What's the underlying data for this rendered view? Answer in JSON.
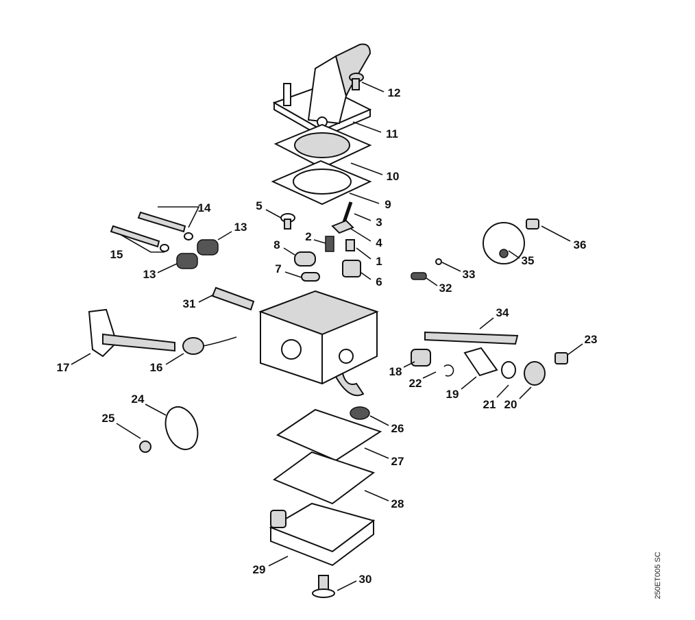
{
  "diagram": {
    "drawing_code": "250ET005 SC",
    "part_labels": [
      {
        "id": "12",
        "text": "12"
      },
      {
        "id": "11",
        "text": "11"
      },
      {
        "id": "10",
        "text": "10"
      },
      {
        "id": "9",
        "text": "9"
      },
      {
        "id": "3",
        "text": "3"
      },
      {
        "id": "4",
        "text": "4"
      },
      {
        "id": "1",
        "text": "1"
      },
      {
        "id": "6",
        "text": "6"
      },
      {
        "id": "2",
        "text": "2"
      },
      {
        "id": "5",
        "text": "5"
      },
      {
        "id": "8",
        "text": "8"
      },
      {
        "id": "7",
        "text": "7"
      },
      {
        "id": "14",
        "text": "14"
      },
      {
        "id": "15",
        "text": "15"
      },
      {
        "id": "13a",
        "text": "13"
      },
      {
        "id": "13b",
        "text": "13"
      },
      {
        "id": "31",
        "text": "31"
      },
      {
        "id": "17",
        "text": "17"
      },
      {
        "id": "16",
        "text": "16"
      },
      {
        "id": "24",
        "text": "24"
      },
      {
        "id": "25",
        "text": "25"
      },
      {
        "id": "26",
        "text": "26"
      },
      {
        "id": "27",
        "text": "27"
      },
      {
        "id": "28",
        "text": "28"
      },
      {
        "id": "29",
        "text": "29"
      },
      {
        "id": "30",
        "text": "30"
      },
      {
        "id": "18",
        "text": "18"
      },
      {
        "id": "22",
        "text": "22"
      },
      {
        "id": "19",
        "text": "19"
      },
      {
        "id": "21",
        "text": "21"
      },
      {
        "id": "20",
        "text": "20"
      },
      {
        "id": "34",
        "text": "34"
      },
      {
        "id": "23",
        "text": "23"
      },
      {
        "id": "36",
        "text": "36"
      },
      {
        "id": "35",
        "text": "35"
      },
      {
        "id": "33",
        "text": "33"
      },
      {
        "id": "32",
        "text": "32"
      }
    ]
  }
}
